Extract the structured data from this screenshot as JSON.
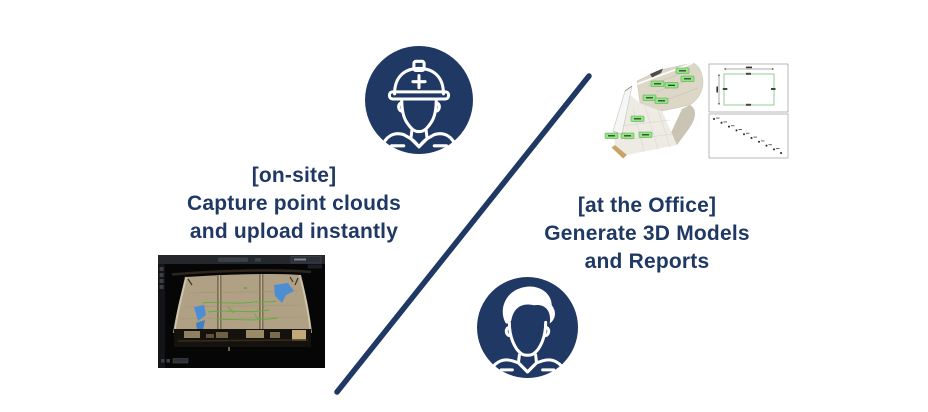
{
  "theme": {
    "accent_color": "#1f3864",
    "annotation_green": "#5fae3e",
    "patch_blue": "#4d8ed2",
    "background": "#ffffff"
  },
  "onsite": {
    "tag": "[on-site]",
    "line1": "Capture point clouds",
    "line2": "and upload instantly",
    "icon": "construction-worker-icon",
    "image": "point-cloud-viewer-screenshot"
  },
  "office": {
    "tag": "[at the Office]",
    "line1": "Generate 3D Models",
    "line2": "and Reports",
    "icon": "office-worker-icon",
    "image": "3d-model-measurement-report"
  }
}
